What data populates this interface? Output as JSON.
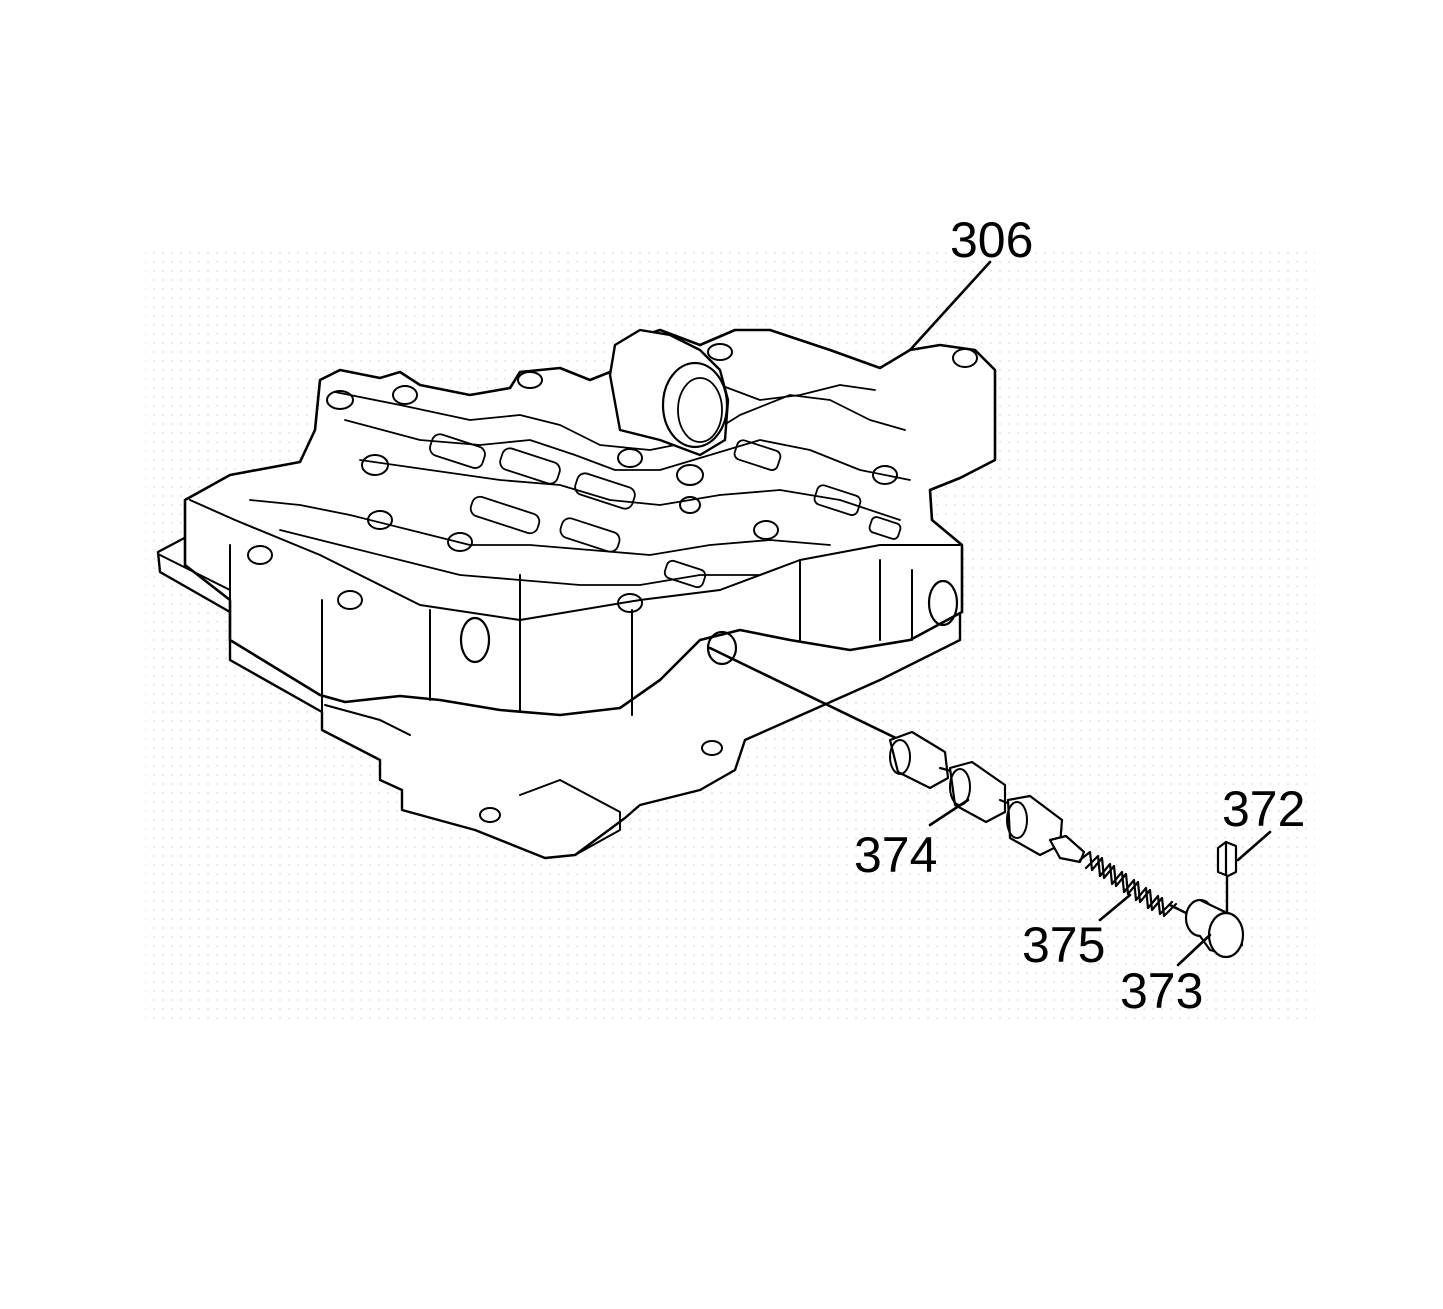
{
  "diagram": {
    "callouts": [
      {
        "id": "306",
        "text": "306"
      },
      {
        "id": "372",
        "text": "372"
      },
      {
        "id": "373",
        "text": "373"
      },
      {
        "id": "374",
        "text": "374"
      },
      {
        "id": "375",
        "text": "375"
      }
    ]
  }
}
